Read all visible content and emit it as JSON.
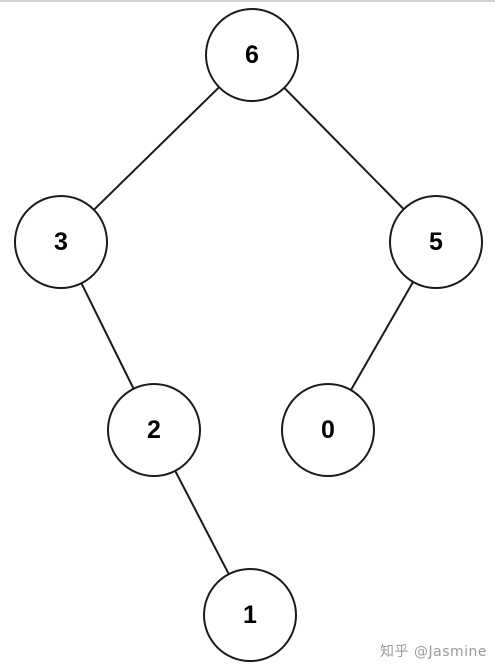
{
  "tree": {
    "nodes": [
      {
        "id": "n6",
        "label": "6"
      },
      {
        "id": "n3",
        "label": "3"
      },
      {
        "id": "n5",
        "label": "5"
      },
      {
        "id": "n2",
        "label": "2"
      },
      {
        "id": "n0",
        "label": "0"
      },
      {
        "id": "n1",
        "label": "1"
      }
    ],
    "edges": [
      {
        "from": "n6",
        "to": "n3"
      },
      {
        "from": "n6",
        "to": "n5"
      },
      {
        "from": "n3",
        "to": "n2"
      },
      {
        "from": "n5",
        "to": "n0"
      },
      {
        "from": "n2",
        "to": "n1"
      }
    ]
  },
  "watermark": {
    "text": "知乎 @Jasmine"
  }
}
